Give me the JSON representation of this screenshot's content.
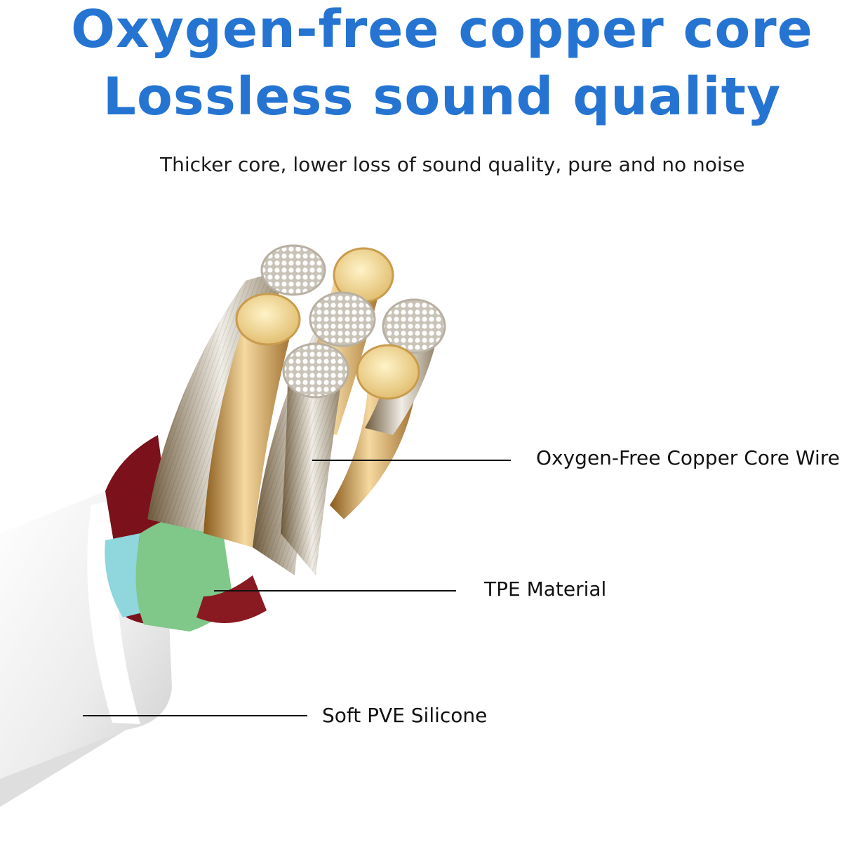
{
  "header": {
    "title_line1": "Oxygen-free copper core",
    "title_line2": "Lossless sound quality",
    "subtitle": "Thicker core, lower loss of sound quality, pure and no noise"
  },
  "callouts": [
    {
      "label": "Oxygen-Free Copper Core Wire"
    },
    {
      "label": "TPE Material"
    },
    {
      "label": "Soft PVE Silicone"
    }
  ],
  "colors": {
    "headline": "#2574d2",
    "copper": "#d9a95a",
    "jacket_white": "#f2f2f2",
    "tpe_green": "#7fc88a",
    "tpe_cyan": "#8fd6dd",
    "tpe_red": "#8a1a22"
  }
}
